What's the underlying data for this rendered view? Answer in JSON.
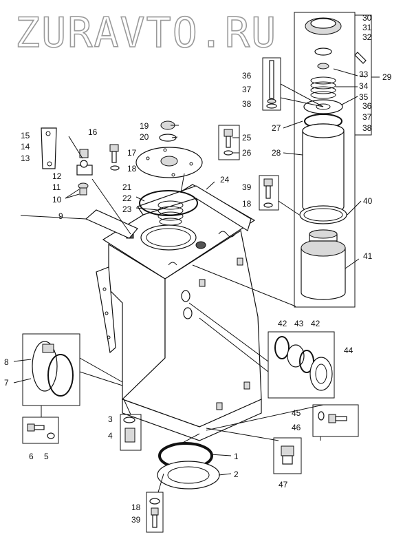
{
  "watermark": "ZURAVTO.RU",
  "callouts": [
    "1",
    "2",
    "3",
    "4",
    "5",
    "6",
    "7",
    "8",
    "9",
    "10",
    "11",
    "12",
    "13",
    "14",
    "15",
    "16",
    "17",
    "18",
    "19",
    "20",
    "21",
    "22",
    "23",
    "24",
    "25",
    "26",
    "27",
    "28",
    "29",
    "30",
    "31",
    "32",
    "33",
    "34",
    "35",
    "36",
    "37",
    "38",
    "39",
    "40",
    "41",
    "42",
    "43",
    "44",
    "45",
    "46",
    "47"
  ],
  "group_29_members": [
    "30",
    "31",
    "32",
    "33",
    "34",
    "35",
    "36",
    "37",
    "38"
  ]
}
